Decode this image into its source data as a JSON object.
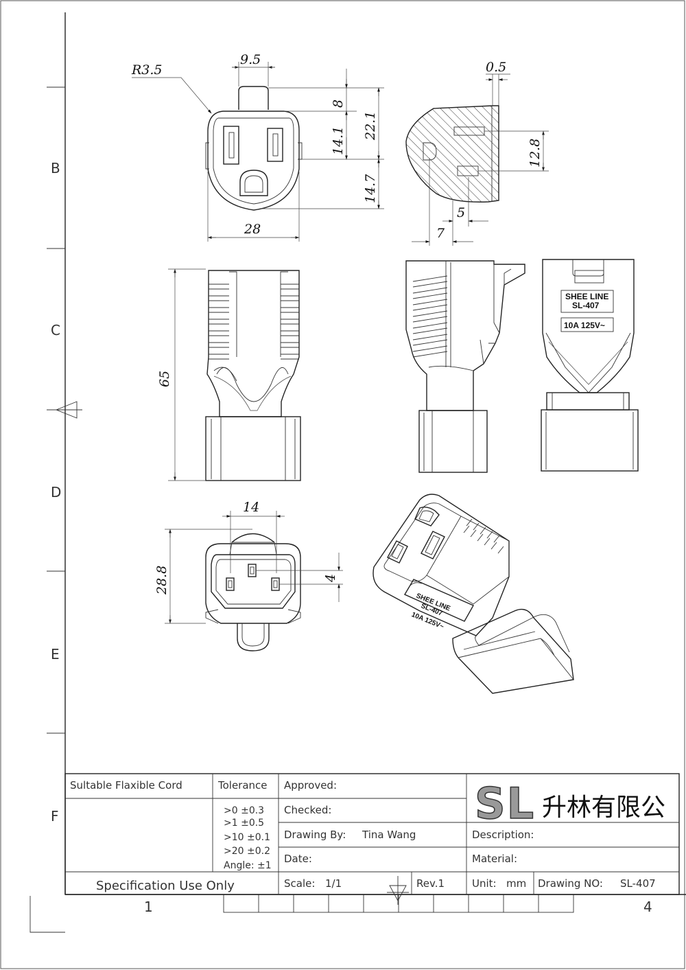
{
  "zones": {
    "rows": [
      "B",
      "C",
      "D",
      "E",
      "F"
    ],
    "cols": [
      "1",
      "4"
    ]
  },
  "dimensions": {
    "r35": "R3.5",
    "d95": "9.5",
    "d8": "8",
    "d221": "22.1",
    "d141": "14.1",
    "d147": "14.7",
    "d28": "28",
    "d05": "0.5",
    "d128": "12.8",
    "d5": "5",
    "d7": "7",
    "d65": "65",
    "d14": "14",
    "d288": "28.8",
    "d4": "4"
  },
  "label": {
    "brand": "SHEE LINE",
    "model": "SL-407",
    "rating": "10A 125V~",
    "iso_line1": "SHEE LINE",
    "iso_line2": "SL-407",
    "iso_line3": "10A 125V~"
  },
  "title_block": {
    "cord_label": "Sultable Flaxible Cord",
    "tolerance_label": "Tolerance",
    "tolerances": [
      ">0  ±0.3",
      ">1  ±0.5",
      ">10  ±0.1",
      ">20  ±0.2",
      "Angle: ±1"
    ],
    "spec_note": "Specification Use Only",
    "approved_label": "Approved:",
    "checked_label": "Checked:",
    "drawing_by_label": "Drawing By:",
    "drawing_by_value": "Tina Wang",
    "date_label": "Date:",
    "scale_label": "Scale:",
    "scale_value": "1/1",
    "rev_label": "Rev.1",
    "logo_letters": "SL",
    "company_name": "升林有限公",
    "description_label": "Description:",
    "material_label": "Material:",
    "unit_label": "Unit:",
    "unit_value": "mm",
    "drawing_no_label": "Drawing NO:",
    "drawing_no_value": "SL-407"
  }
}
